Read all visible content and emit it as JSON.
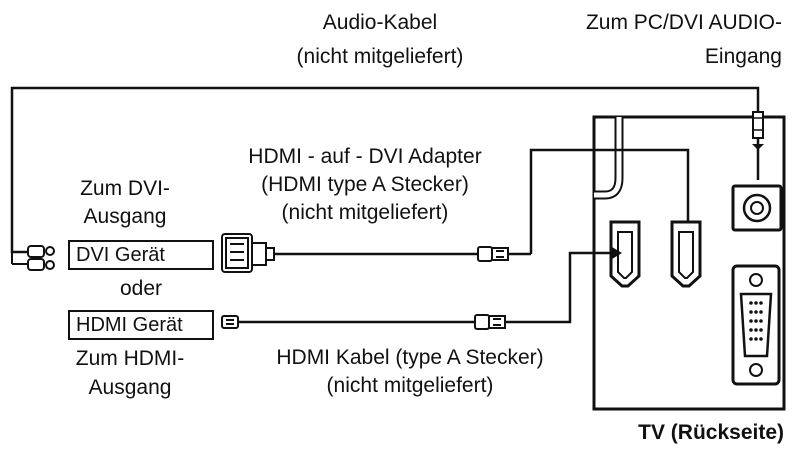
{
  "labels": {
    "audio_cable": "Audio-Kabel",
    "audio_cable_note": "(nicht mitgeliefert)",
    "pc_dvi_audio_line1": "Zum PC/DVI AUDIO-",
    "pc_dvi_audio_line2": "Eingang",
    "adapter_line1": "HDMI - auf - DVI Adapter",
    "adapter_line2": "(HDMI type A Stecker)",
    "adapter_line3": "(nicht mitgeliefert)",
    "dvi_out_line1": "Zum DVI-",
    "dvi_out_line2": "Ausgang",
    "dvi_device": "DVI Gerät",
    "or": "oder",
    "hdmi_device": "HDMI Gerät",
    "hdmi_out_line1": "Zum HDMI-",
    "hdmi_out_line2": "Ausgang",
    "hdmi_cable_line1": "HDMI Kabel (type A Stecker)",
    "hdmi_cable_line2": "(nicht mitgeliefert)",
    "tv_rear": "TV (Rückseite)"
  },
  "colors": {
    "line": "#111111",
    "background": "#ffffff"
  }
}
